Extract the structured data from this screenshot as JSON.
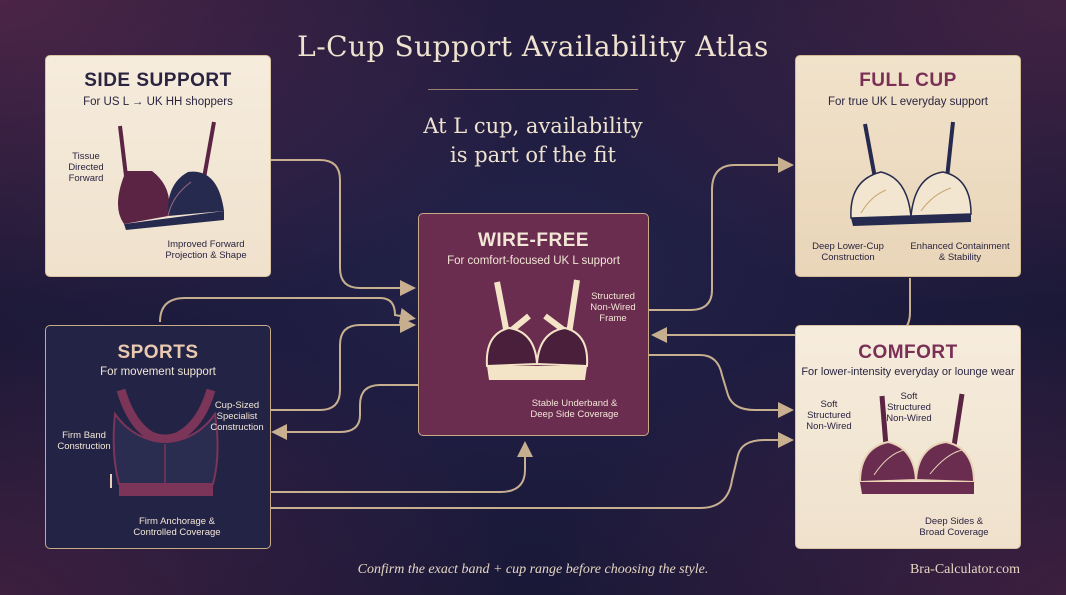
{
  "title": "L-Cup Support Availability Atlas",
  "tagline_line1": "At L cup, availability",
  "tagline_line2": "is part of the fit",
  "footer_note": "Confirm the exact band + cup range before choosing the style.",
  "brand": "Bra-Calculator.com",
  "colors": {
    "background": "#1b1a3b",
    "plum": "#6a2c4f",
    "cream": "#f6ecdd",
    "navy": "#232345",
    "arrow": "#d9bf98",
    "title_plum": "#7a2f55"
  },
  "cards": {
    "side_support": {
      "title": "SIDE SUPPORT",
      "subtitle": "For US L → UK HH shoppers",
      "label_tissue_1": "Tissue",
      "label_tissue_2": "Directed",
      "label_tissue_3": "Forward",
      "label_projection_1": "Improved Forward",
      "label_projection_2": "Projection & Shape"
    },
    "full_cup": {
      "title": "FULL CUP",
      "subtitle": "For true UK L everyday support",
      "label_lower_1": "Deep Lower-Cup",
      "label_lower_2": "Construction",
      "label_contain_1": "Enhanced Containment",
      "label_contain_2": "& Stability"
    },
    "wire_free": {
      "title": "WIRE-FREE",
      "subtitle": "For comfort-focused UK L support",
      "label_frame_1": "Structured",
      "label_frame_2": "Non-Wired",
      "label_frame_3": "Frame",
      "label_band_1": "Stable Underband &",
      "label_band_2": "Deep Side Coverage"
    },
    "sports": {
      "title": "SPORTS",
      "subtitle": "For movement support",
      "label_cup_1": "Cup-Sized",
      "label_cup_2": "Specialist",
      "label_cup_3": "Construction",
      "label_band_1": "Firm Band",
      "label_band_2": "Construction",
      "label_anchor_1": "Firm Anchorage &",
      "label_anchor_2": "Controlled Coverage"
    },
    "comfort": {
      "title": "COMFORT",
      "subtitle": "For lower-intensity everyday or lounge wear",
      "label_left_1": "Soft",
      "label_left_2": "Structured",
      "label_left_3": "Non-Wired",
      "label_mid_1": "Soft",
      "label_mid_2": "Structured",
      "label_mid_3": "Non-Wired",
      "label_sides_1": "Deep Sides &",
      "label_sides_2": "Broad Coverage"
    }
  }
}
